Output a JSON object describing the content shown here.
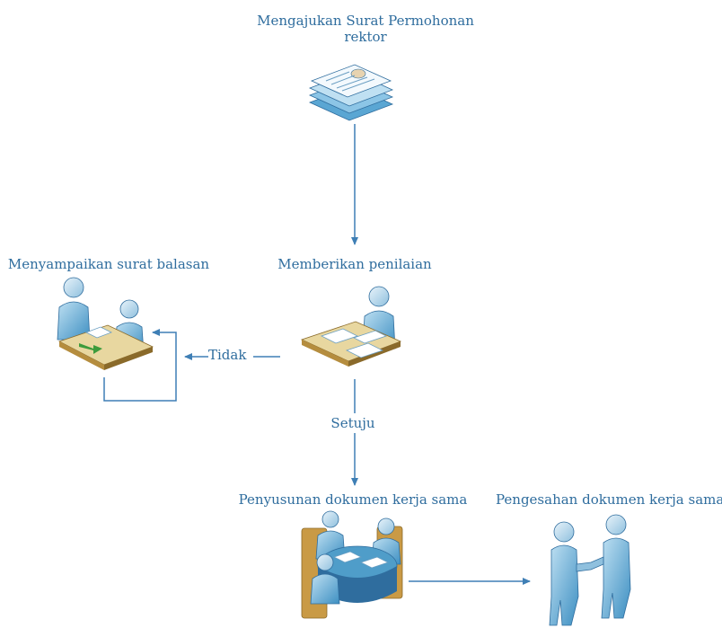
{
  "colors": {
    "text": "#2f6d9e",
    "connector": "#3f7fb5",
    "figure_light": "#cfe4f1",
    "figure_dark": "#4f9dc9",
    "desk": "#e8d7a0",
    "desk_side": "#8a6a2a"
  },
  "nodes": {
    "submit_title_line1": "Mengajukan Surat Permohonan",
    "submit_title_line2": "rektor",
    "evaluate": "Memberikan penilaian",
    "reply": "Menyampaikan surat balasan",
    "draft": "Penyusunan dokumen kerja sama",
    "ratify": "Pengesahan dokumen  kerja sama"
  },
  "edges": {
    "reject_label": "Tidak",
    "approve_label": "Setuju"
  },
  "icons": {
    "submit": "document-stack-icon",
    "evaluate": "person-at-desk-icon",
    "reply": "two-people-at-desk-icon",
    "draft": "meeting-table-icon",
    "ratify": "handshake-icon"
  }
}
